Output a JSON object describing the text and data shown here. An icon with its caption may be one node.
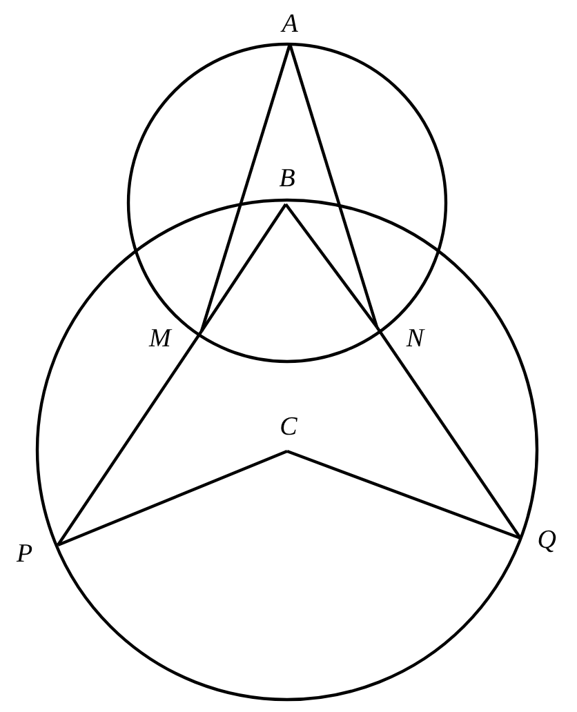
{
  "diagram": {
    "nodes": [
      {
        "text": [
          "A"
        ]
      },
      {
        "text": [
          "B"
        ]
      },
      {
        "text": [
          "C"
        ]
      },
      {
        "text": [
          "M"
        ]
      },
      {
        "text": [
          "N"
        ]
      },
      {
        "text": [
          "P"
        ]
      },
      {
        "text": [
          "Q"
        ]
      }
    ],
    "edges": [
      {
        "from": 0,
        "to": 3,
        "arrow": "none"
      },
      {
        "from": 0,
        "to": 4,
        "arrow": "none"
      },
      {
        "from": 1,
        "to": 3,
        "arrow": "none"
      },
      {
        "from": 3,
        "to": 5,
        "arrow": "none"
      },
      {
        "from": 1,
        "to": 4,
        "arrow": "none"
      },
      {
        "from": 4,
        "to": 6,
        "arrow": "none"
      },
      {
        "from": 2,
        "to": 5,
        "arrow": "none"
      },
      {
        "from": 2,
        "to": 6,
        "arrow": "none"
      }
    ]
  }
}
